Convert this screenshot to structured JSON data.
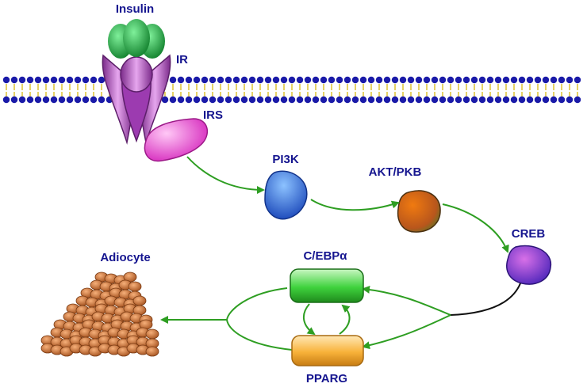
{
  "labels": {
    "insulin": "Insulin",
    "ir": "IR",
    "irs": "IRS",
    "pi3k": "PI3K",
    "akt": "AKT/PKB",
    "creb": "CREB",
    "cebpa": "C/EBPα",
    "pparg": "PPARG",
    "adipocyte": "Adiocyte"
  },
  "colors": {
    "label_text": "#15158f",
    "arrow": "#2e9e22",
    "membrane_head": "#1a1aa8",
    "membrane_tail": "#d6b400",
    "insulin": "#2bb64a",
    "receptor": "#b04fc0",
    "irs": "#ee55d8",
    "pi3k": "#2a70e8",
    "akt": "#e06a10",
    "creb": "#8a2fc8",
    "cebpa": "#49d84a",
    "pparg": "#f7b030",
    "fat_cell": "#c8783a"
  },
  "icons": {
    "insulin": "insulin-molecule-icon",
    "receptor": "insulin-receptor-icon",
    "irs": "irs-protein-icon",
    "pi3k": "pi3k-protein-icon",
    "akt": "akt-protein-icon",
    "creb": "creb-protein-icon",
    "cebpa": "cebpa-capsule-icon",
    "pparg": "pparg-capsule-icon",
    "adipocyte": "adipocyte-cluster-icon"
  }
}
